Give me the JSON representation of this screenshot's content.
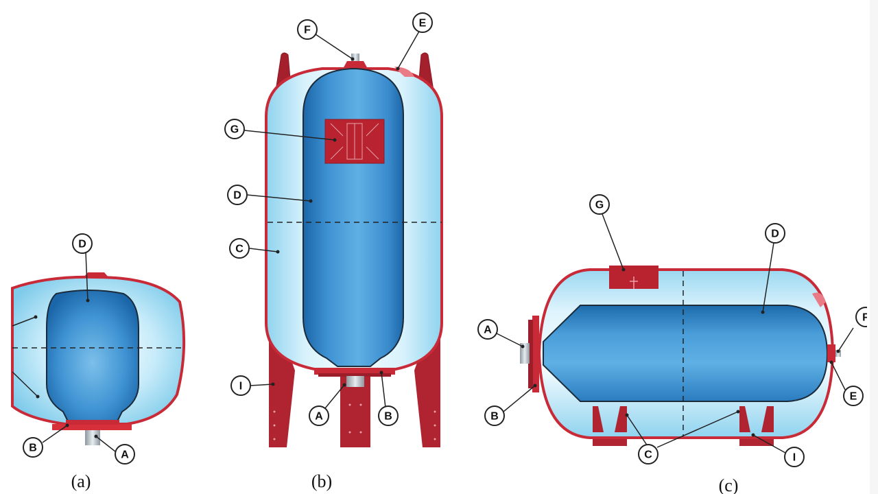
{
  "colors": {
    "shell": "#c82a37",
    "frame": "#a3202c",
    "water_light": "#e4f6fd",
    "water_mid": "#88d2ee",
    "bladder_dark": "#1f72b6",
    "bladder_light": "#5fb2e4",
    "valve": "#b8c2c8"
  },
  "diagram_a": {
    "caption": "(a)",
    "labels": {
      "d": "D",
      "b": "B",
      "a": "A"
    }
  },
  "diagram_b": {
    "caption": "(b)",
    "labels": {
      "f": "F",
      "e": "E",
      "g": "G",
      "d": "D",
      "c": "C",
      "i": "I",
      "a": "A",
      "b": "B"
    }
  },
  "diagram_c": {
    "caption": "(c)",
    "labels": {
      "g": "G",
      "d": "D",
      "a": "A",
      "b": "B",
      "f": "F",
      "e": "E",
      "c": "C",
      "i": "I"
    }
  }
}
